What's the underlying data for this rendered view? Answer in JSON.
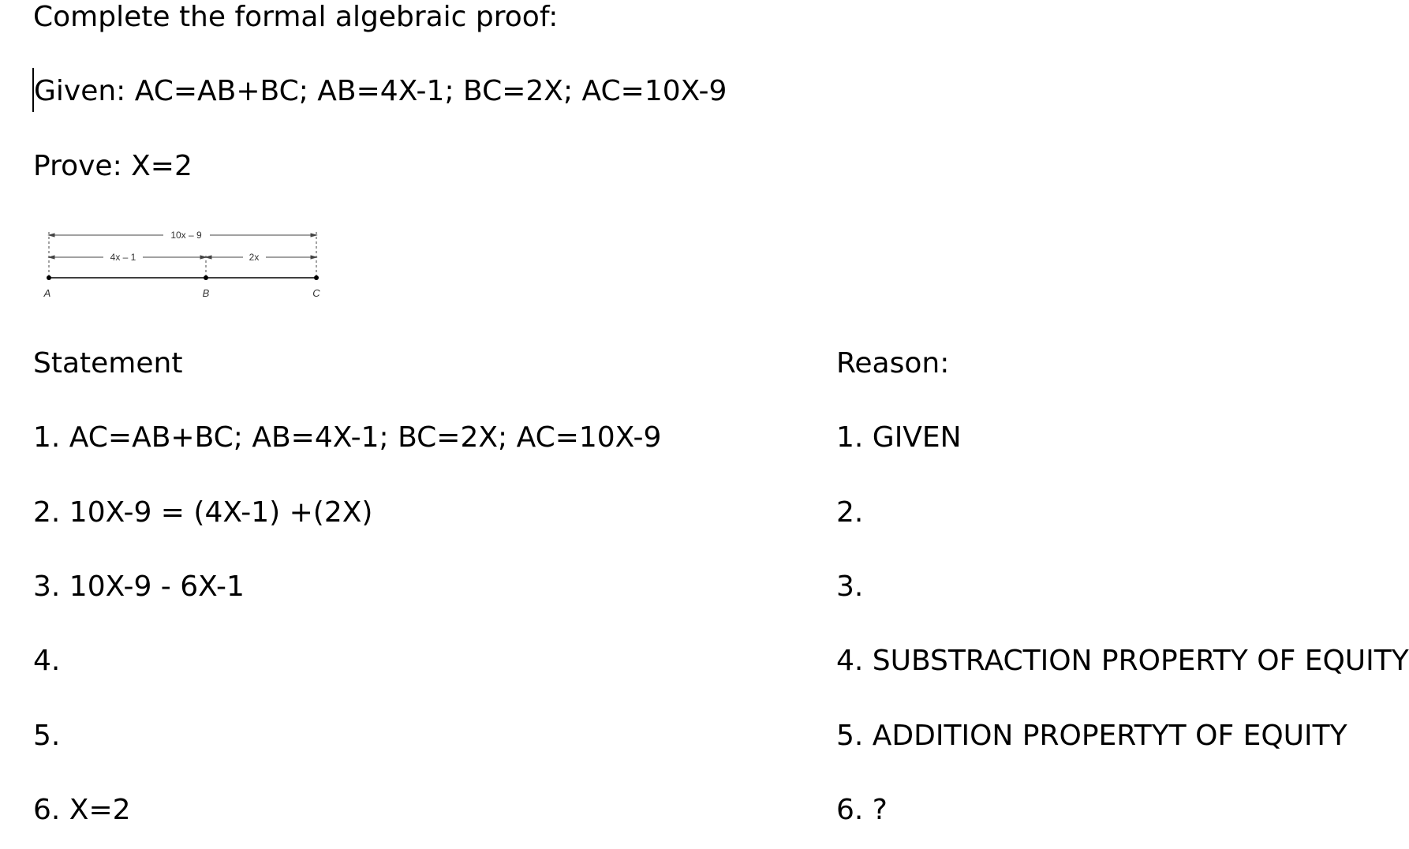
{
  "header": {
    "instruction": "Complete the formal algebraic proof:",
    "given": "Given: AC=AB+BC; AB=4X-1; BC=2X; AC=10X-9",
    "prove": "Prove: X=2"
  },
  "figure": {
    "label_total": "10x – 9",
    "label_ab": "4x – 1",
    "label_bc": "2x",
    "point_a": "A",
    "point_b": "B",
    "point_c": "C"
  },
  "proof": {
    "statement_header": "Statement",
    "reason_header": "Reason:",
    "rows": [
      {
        "statement": "1. AC=AB+BC; AB=4X-1; BC=2X; AC=10X-9",
        "reason": "1. GIVEN"
      },
      {
        "statement": "2. 10X-9 = (4X-1) +(2X)",
        "reason": "2."
      },
      {
        "statement": "3. 10X-9 - 6X-1",
        "reason": "3."
      },
      {
        "statement": "4.",
        "reason": "4. SUBSTRACTION PROPERTY OF EQUITY"
      },
      {
        "statement": "5.",
        "reason": "5. ADDITION PROPERTYT OF EQUITY"
      },
      {
        "statement": "6. X=2",
        "reason": "6. ?"
      }
    ]
  }
}
